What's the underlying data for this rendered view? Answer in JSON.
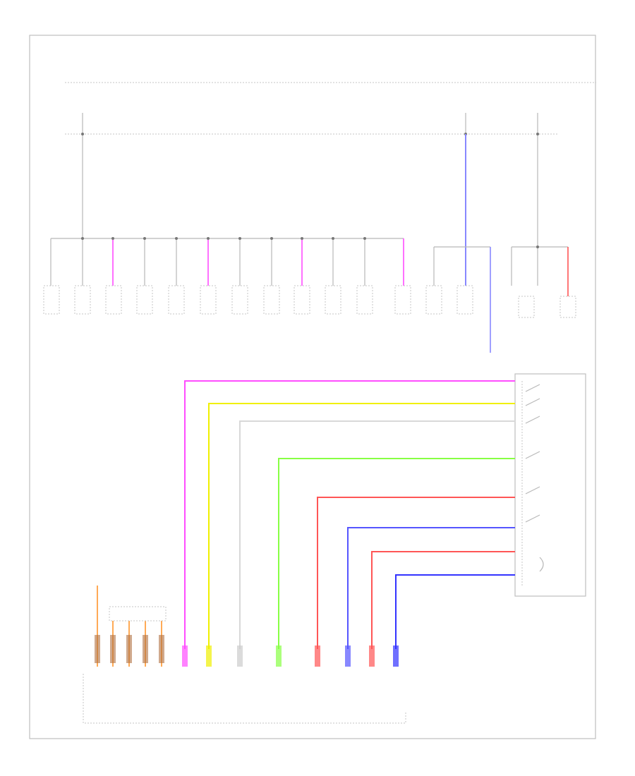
{
  "diagram": {
    "footer_code": "",
    "note_lines": [
      "",
      ""
    ],
    "components": [
      {
        "id": "c1",
        "label": ""
      },
      {
        "id": "c2",
        "label": ""
      },
      {
        "id": "c3",
        "label": ""
      },
      {
        "id": "c4",
        "label": ""
      },
      {
        "id": "c5",
        "label": ""
      },
      {
        "id": "c6",
        "label": ""
      },
      {
        "id": "c7",
        "label": ""
      },
      {
        "id": "c8",
        "label": ""
      },
      {
        "id": "c9",
        "label": ""
      },
      {
        "id": "c10",
        "label": ""
      },
      {
        "id": "c11",
        "label": ""
      },
      {
        "id": "c12",
        "label": ""
      },
      {
        "id": "c13",
        "label": ""
      },
      {
        "id": "c14",
        "label": ""
      },
      {
        "id": "c15",
        "label": ""
      },
      {
        "id": "c16",
        "label": ""
      }
    ],
    "wire_colors": {
      "pink": "#ff4dff",
      "yellow": "#f0f000",
      "white": "#d8d8d8",
      "green": "#88ff44",
      "red": "#ff5555",
      "blue": "#5555ff",
      "dark_blue": "#3333ff",
      "orange": "#ffaa55",
      "violet": "#8888ff",
      "gray": "#b8b8b8"
    }
  }
}
